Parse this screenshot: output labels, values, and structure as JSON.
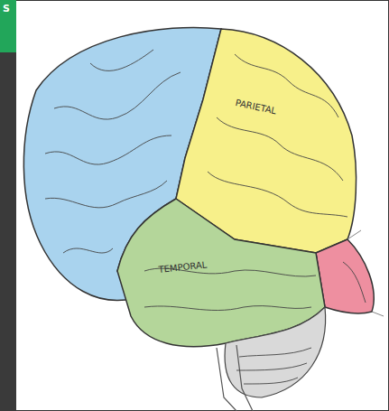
{
  "diagram": {
    "labels": [
      "S",
      "PARIETAL",
      "TEMPORAL"
    ]
  }
}
